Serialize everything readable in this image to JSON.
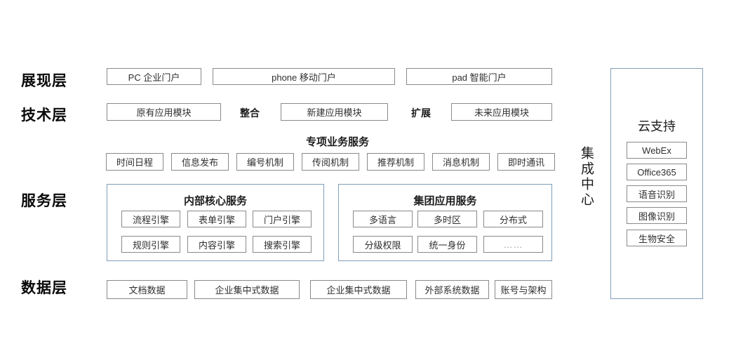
{
  "layer_labels": {
    "presentation": "展现层",
    "technology": "技术层",
    "service": "服务层",
    "data": "数据层"
  },
  "presentation_row": {
    "portals": [
      "PC 企业门户",
      "phone 移动门户",
      "pad 智能门户"
    ]
  },
  "technology_row": {
    "modules": [
      "原有应用模块",
      "新建应用模块",
      "未来应用模块"
    ],
    "connectors": [
      "整合",
      "扩展"
    ]
  },
  "special_services": {
    "title": "专项业务服务",
    "mechanisms": [
      "时间日程",
      "信息发布",
      "编号机制",
      "传阅机制",
      "推荐机制",
      "消息机制",
      "即时通讯"
    ]
  },
  "core_services": {
    "title": "内部核心服务",
    "engines": [
      "流程引擎",
      "表单引擎",
      "门户引擎",
      "规则引擎",
      "内容引擎",
      "搜索引擎"
    ]
  },
  "group_services": {
    "title": "集团应用服务",
    "capabilities": [
      "多语言",
      "多时区",
      "分布式",
      "分级权限",
      "统一身份",
      "……"
    ]
  },
  "data_row": {
    "stores": [
      "文档数据",
      "企业集中式数据",
      "企业集中式数据",
      "外部系统数据",
      "账号与架构"
    ]
  },
  "integration_center": {
    "label": "集成中心"
  },
  "cloud_support": {
    "title": "云支持",
    "services": [
      "WebEx",
      "Office365",
      "语音识别",
      "图像识别",
      "生物安全"
    ]
  },
  "colors": {
    "container_border": "#7f9db9",
    "box_border": "#8a8a8a",
    "text": "#2f2f2f"
  }
}
